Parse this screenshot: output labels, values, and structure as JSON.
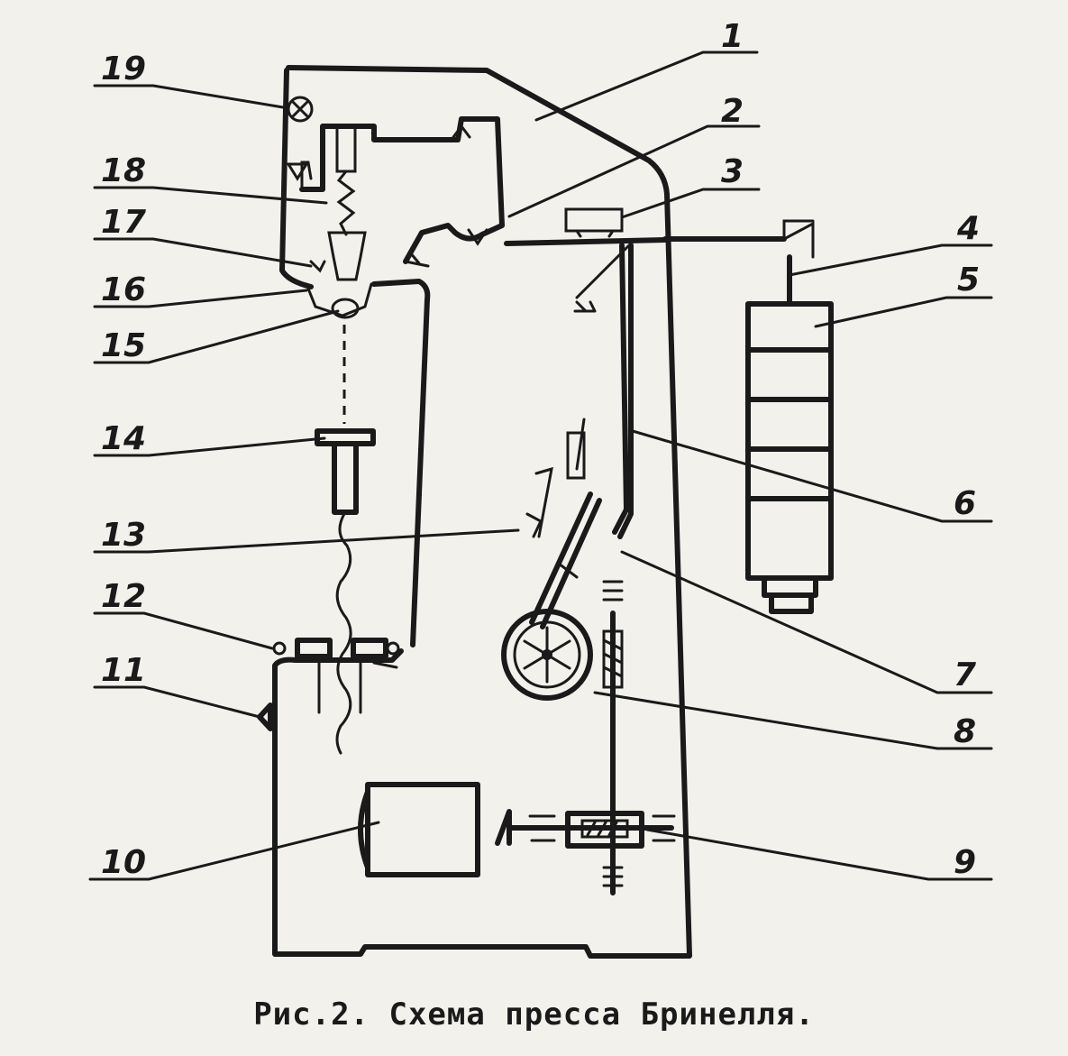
{
  "caption": "Рис.2. Схема пресса Бринелля.",
  "labels": [
    "1",
    "2",
    "3",
    "4",
    "5",
    "6",
    "7",
    "8",
    "9",
    "10",
    "11",
    "12",
    "13",
    "14",
    "15",
    "16",
    "17",
    "18",
    "19"
  ]
}
